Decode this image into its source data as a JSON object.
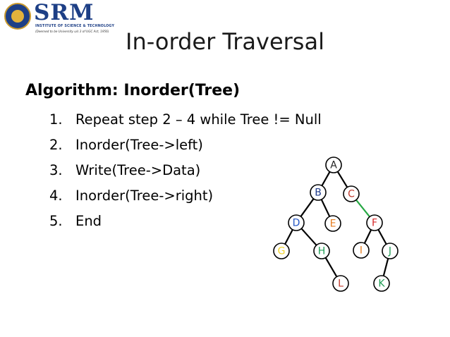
{
  "logo": {
    "name": "SRM",
    "subtitle": "INSTITUTE OF SCIENCE & TECHNOLOGY",
    "tagline": "(Deemed to be University u/s 3 of UGC Act, 1956)"
  },
  "title": "In-order Traversal",
  "algorithm": {
    "heading": "Algorithm: Inorder(Tree)",
    "steps": [
      {
        "num": "1.",
        "text": "Repeat step 2 – 4 while Tree != Null"
      },
      {
        "num": "2.",
        "text": "Inorder(Tree->left)"
      },
      {
        "num": "3.",
        "text": "Write(Tree->Data)"
      },
      {
        "num": "4.",
        "text": "Inorder(Tree->right)"
      },
      {
        "num": "5.",
        "text": "End"
      }
    ]
  },
  "tree": {
    "nodes": [
      {
        "id": "A",
        "label": "A",
        "color": "#222222"
      },
      {
        "id": "B",
        "label": "B",
        "color": "#1e3a8a"
      },
      {
        "id": "C",
        "label": "C",
        "color": "#c0392b"
      },
      {
        "id": "D",
        "label": "D",
        "color": "#2457c5"
      },
      {
        "id": "E",
        "label": "E",
        "color": "#e67e22"
      },
      {
        "id": "F",
        "label": "F",
        "color": "#d62728"
      },
      {
        "id": "G",
        "label": "G",
        "color": "#f1d32b"
      },
      {
        "id": "H",
        "label": "H",
        "color": "#1f9d55"
      },
      {
        "id": "I",
        "label": "I",
        "color": "#e67e22"
      },
      {
        "id": "J",
        "label": "J",
        "color": "#1f9d55"
      },
      {
        "id": "L",
        "label": "L",
        "color": "#c0392b"
      },
      {
        "id": "K",
        "label": "K",
        "color": "#1f9d55"
      }
    ],
    "edges": [
      {
        "from": "A",
        "to": "B"
      },
      {
        "from": "A",
        "to": "C"
      },
      {
        "from": "B",
        "to": "D"
      },
      {
        "from": "B",
        "to": "E"
      },
      {
        "from": "C",
        "to": "F",
        "color": "#27a844"
      },
      {
        "from": "D",
        "to": "G"
      },
      {
        "from": "D",
        "to": "H"
      },
      {
        "from": "F",
        "to": "I"
      },
      {
        "from": "F",
        "to": "J"
      },
      {
        "from": "H",
        "to": "L"
      },
      {
        "from": "J",
        "to": "K"
      }
    ]
  }
}
